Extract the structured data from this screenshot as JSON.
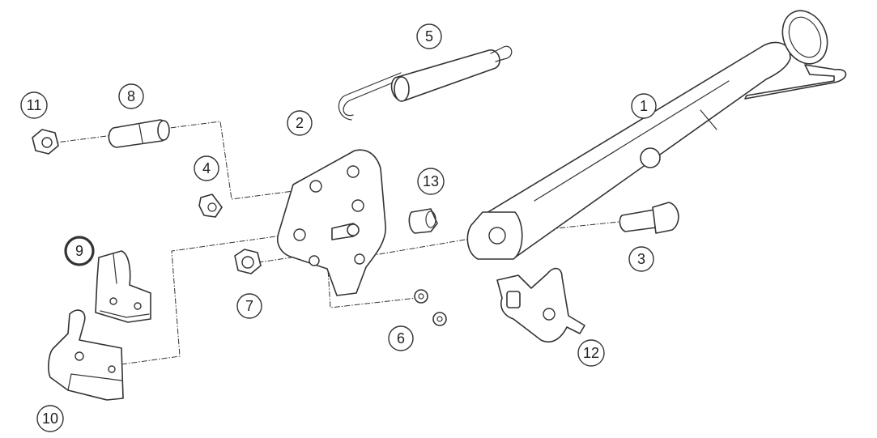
{
  "callouts": [
    {
      "id": "1",
      "label": "1",
      "highlighted": false
    },
    {
      "id": "2",
      "label": "2",
      "highlighted": false
    },
    {
      "id": "3",
      "label": "3",
      "highlighted": false
    },
    {
      "id": "4",
      "label": "4",
      "highlighted": false
    },
    {
      "id": "5",
      "label": "5",
      "highlighted": false
    },
    {
      "id": "6",
      "label": "6",
      "highlighted": false
    },
    {
      "id": "7",
      "label": "7",
      "highlighted": false
    },
    {
      "id": "8",
      "label": "8",
      "highlighted": false
    },
    {
      "id": "9",
      "label": "9",
      "highlighted": true
    },
    {
      "id": "10",
      "label": "10",
      "highlighted": false
    },
    {
      "id": "11",
      "label": "11",
      "highlighted": false
    },
    {
      "id": "12",
      "label": "12",
      "highlighted": false
    },
    {
      "id": "13",
      "label": "13",
      "highlighted": false
    }
  ],
  "colors": {
    "highlight": "#e07020",
    "line": "#333333",
    "background": "#ffffff"
  }
}
